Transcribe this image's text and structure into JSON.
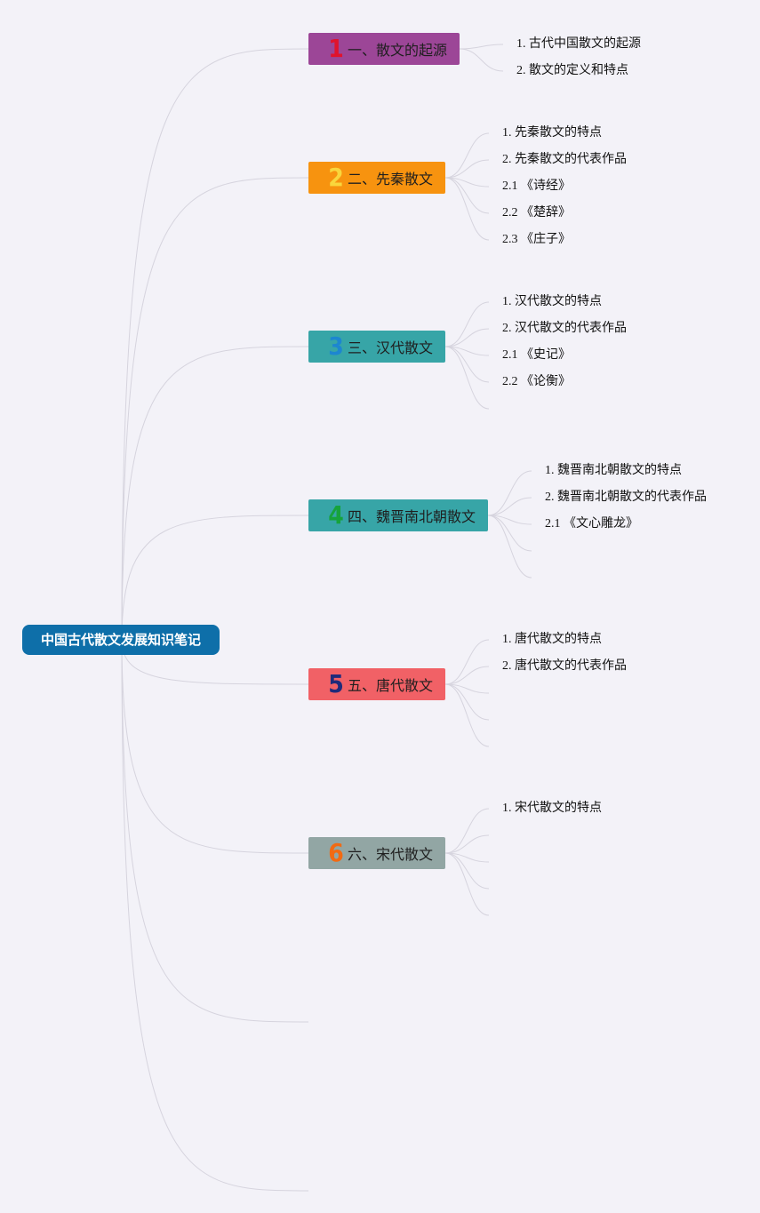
{
  "root": {
    "label": "中国古代散文发展知识笔记"
  },
  "colors": {
    "line": "#d6d4de"
  },
  "sections": [
    {
      "number": "1",
      "label": "一、散文的起源",
      "bg": "#9c4697",
      "numColor": "#e0132d",
      "children": [
        "1. 古代中国散文的起源",
        "2. 散文的定义和特点"
      ]
    },
    {
      "number": "2",
      "label": "二、先秦散文",
      "bg": "#f7930f",
      "numColor": "#f9d63c",
      "children": [
        "1. 先秦散文的特点",
        "2. 先秦散文的代表作品",
        "2.1 《诗经》",
        "2.2 《楚辞》",
        "2.3 《庄子》"
      ]
    },
    {
      "number": "3",
      "label": "三、汉代散文",
      "bg": "#37a5a7",
      "numColor": "#1d86d0",
      "children": [
        "1. 汉代散文的特点",
        "2. 汉代散文的代表作品",
        "2.1 《史记》",
        "2.2 《论衡》"
      ]
    },
    {
      "number": "4",
      "label": "四、魏晋南北朝散文",
      "bg": "#37a5a7",
      "numColor": "#16a33c",
      "children": [
        "1. 魏晋南北朝散文的特点",
        "2. 魏晋南北朝散文的代表作品",
        "2.1 《文心雕龙》"
      ]
    },
    {
      "number": "5",
      "label": "五、唐代散文",
      "bg": "#f16166",
      "numColor": "#1f2a7a",
      "children": [
        "1. 唐代散文的特点",
        "2. 唐代散文的代表作品"
      ]
    },
    {
      "number": "6",
      "label": "六、宋代散文",
      "bg": "#92a6a4",
      "numColor": "#f26a12",
      "children": [
        "1. 宋代散文的特点"
      ]
    }
  ]
}
